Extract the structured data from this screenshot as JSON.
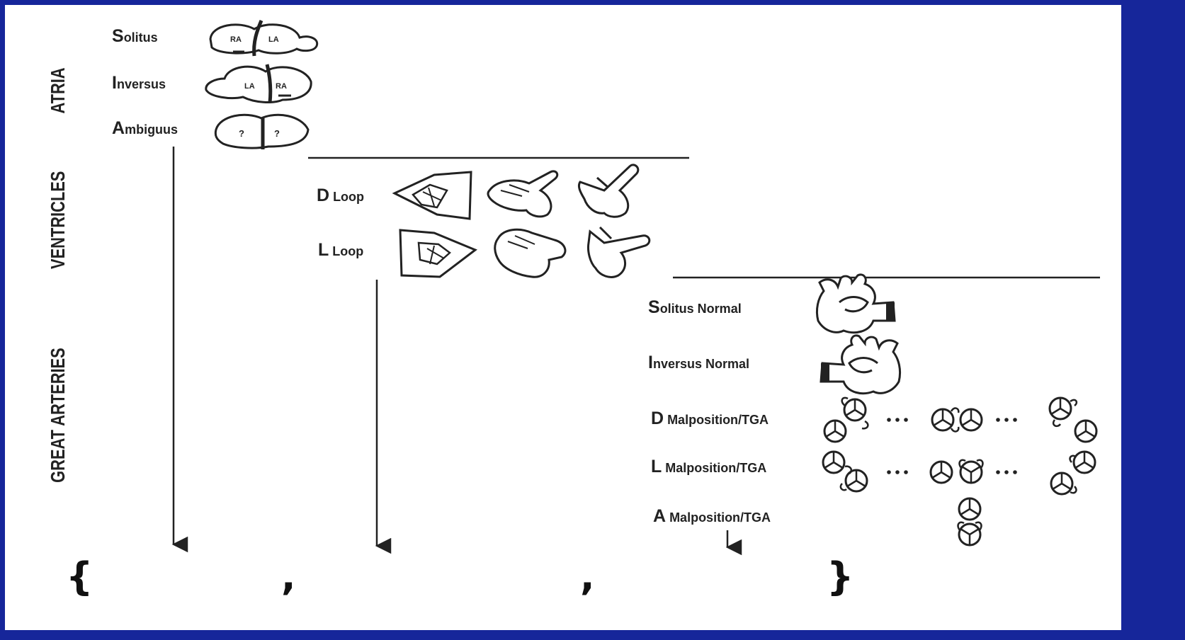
{
  "sections": {
    "atria": "ATRIA",
    "ventricles": "VENTRICLES",
    "great_arteries": "GREAT ARTERIES"
  },
  "atria": [
    {
      "initial": "S",
      "rest": "olitus",
      "left": "RA",
      "right": "LA"
    },
    {
      "initial": "I",
      "rest": "nversus",
      "left": "LA",
      "right": "RA"
    },
    {
      "initial": "A",
      "rest": "mbiguus",
      "left": "?",
      "right": "?"
    }
  ],
  "ventricles": [
    {
      "initial": "D",
      "rest": " Loop"
    },
    {
      "initial": "L",
      "rest": " Loop"
    }
  ],
  "great_arteries": [
    {
      "initial": "S",
      "rest": "olitus Normal"
    },
    {
      "initial": "I",
      "rest": "nversus Normal"
    },
    {
      "initial": "D",
      "rest": " Malposition/TGA"
    },
    {
      "initial": "L",
      "rest": " Malposition/TGA"
    },
    {
      "initial": "A",
      "rest": " Malposition/TGA"
    }
  ],
  "notation": {
    "open_brace": "{",
    "comma_1": ",",
    "comma_2": ",",
    "close_brace": "}"
  },
  "colors": {
    "frame": "#16269a",
    "ink": "#222222",
    "background": "#ffffff"
  }
}
